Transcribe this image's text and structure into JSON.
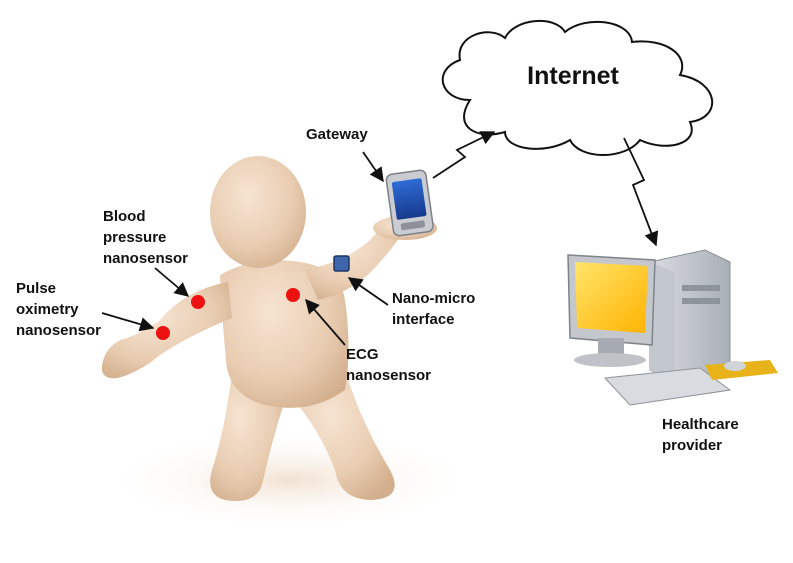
{
  "cloud": {
    "label": "Internet"
  },
  "labels": {
    "gateway": "Gateway",
    "blood_pressure": [
      "Blood",
      "pressure",
      "nanosensor"
    ],
    "pulse_oximetry": [
      "Pulse",
      "oximetry",
      "nanosensor"
    ],
    "nano_micro": [
      "Nano-micro",
      "interface"
    ],
    "ecg": [
      "ECG",
      "nanosensor"
    ],
    "healthcare": [
      "Healthcare",
      "provider"
    ]
  },
  "colors": {
    "sensor_dot": "#ee1111",
    "interface_square": "#3f66aa",
    "figure_skin": "#e9cdb2",
    "monitor_screen": "#ffc21a"
  },
  "icons": [
    "person-figure",
    "phone-icon",
    "cloud-icon",
    "computer-icon"
  ]
}
